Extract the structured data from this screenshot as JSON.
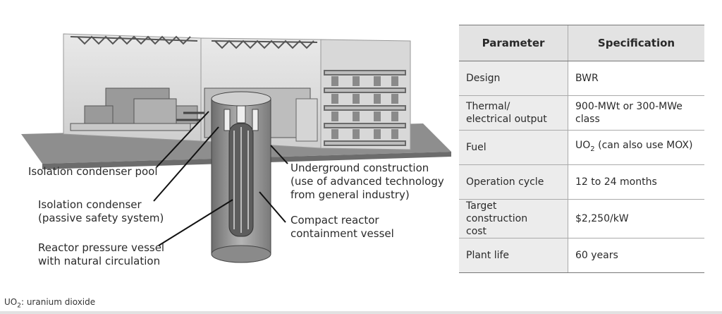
{
  "callouts": {
    "isolation_condenser_pool": "Isolation condenser pool",
    "isolation_condenser": "Isolation condenser\n(passive safety system)",
    "reactor_pressure_vessel": "Reactor pressure vessel\nwith natural circulation",
    "underground_construction": "Underground construction\n(use of advanced technology\nfrom general industry)",
    "compact_containment": "Compact reactor\ncontainment vessel"
  },
  "footnote": {
    "symbol": "UO",
    "subscript": "2",
    "text": ": uranium dioxide"
  },
  "table": {
    "headers": [
      "Parameter",
      "Specification"
    ],
    "rows": [
      {
        "parameter": "Design",
        "spec": "BWR"
      },
      {
        "parameter": "Thermal/\nelectrical output",
        "spec": "900-MWt or 300-MWe class"
      },
      {
        "parameter": "Fuel",
        "spec_prefix": "UO",
        "spec_sub": "2",
        "spec_suffix": " (can also use MOX)"
      },
      {
        "parameter": "Operation cycle",
        "spec": "12 to 24 months"
      },
      {
        "parameter": "Target construction\ncost",
        "spec": "$2,250/kW"
      },
      {
        "parameter": "Plant life",
        "spec": "60 years"
      }
    ]
  }
}
